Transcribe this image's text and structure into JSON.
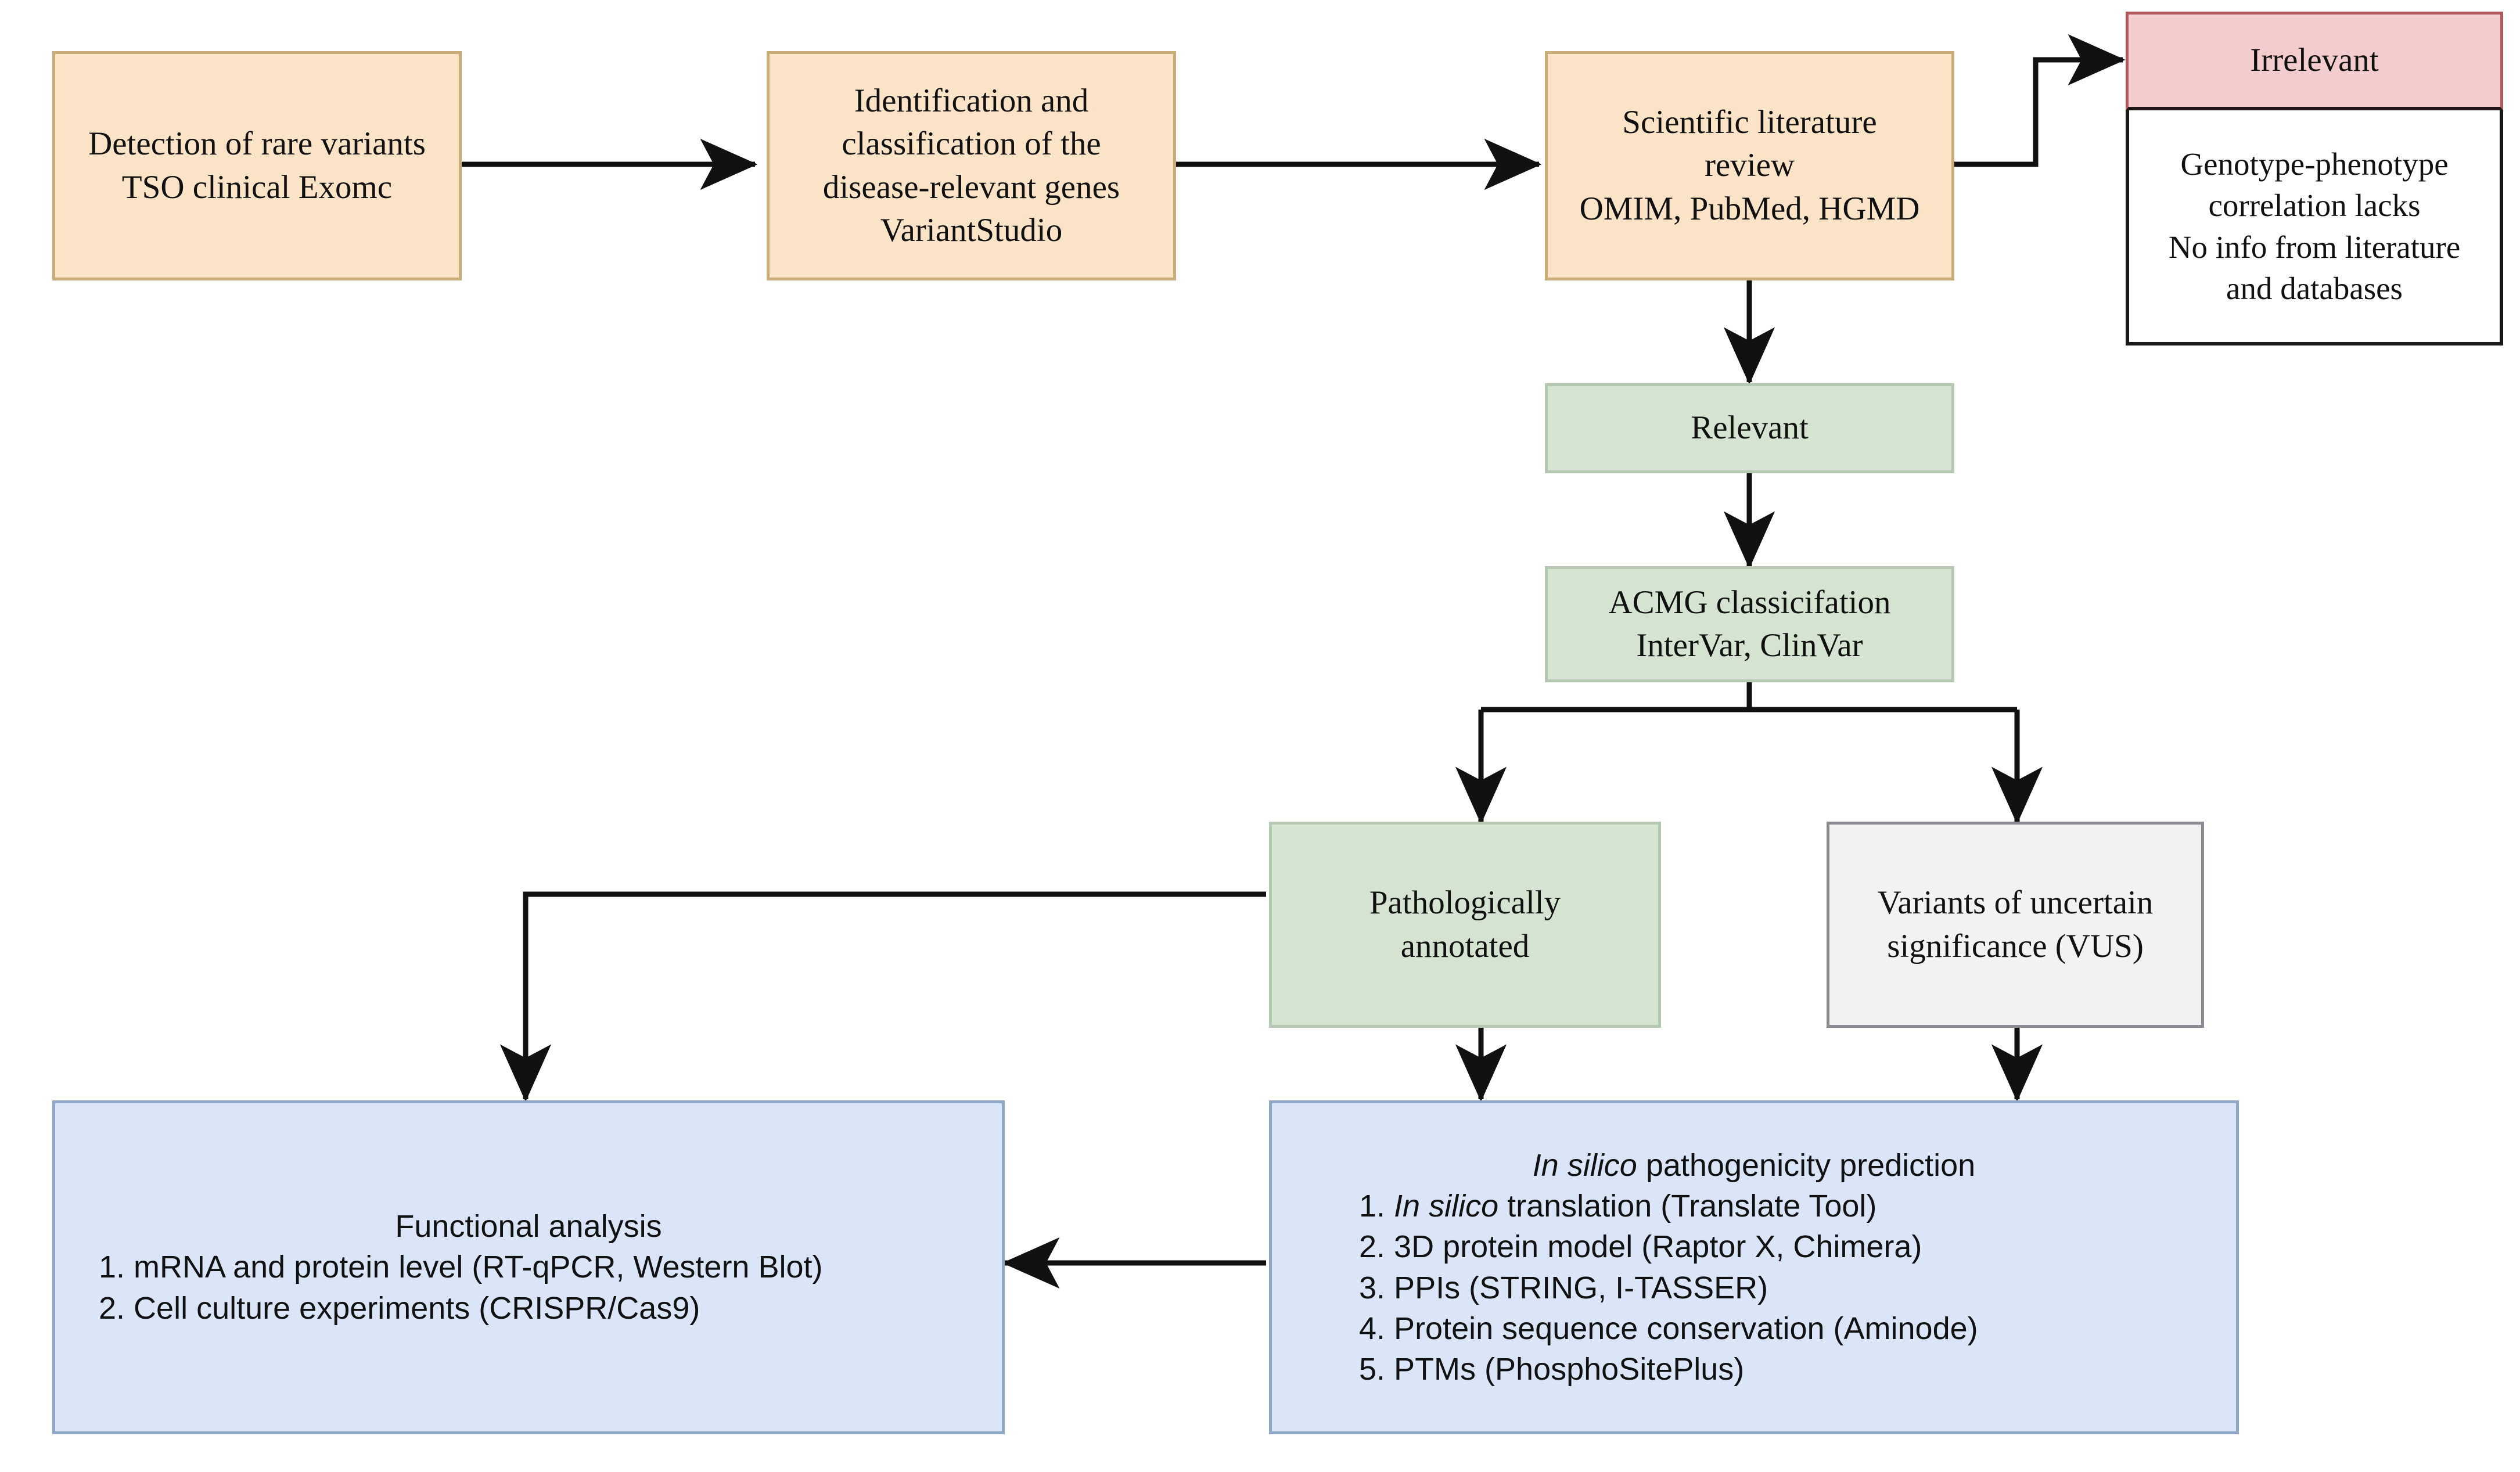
{
  "diagram": {
    "title": "Variant analysis workflow flowchart",
    "colors": {
      "orange_fill": "#FBE3C8",
      "orange_border": "#C9AC78",
      "green_fill": "#D4E4D0",
      "green_border": "#B4C9AF",
      "pink_fill": "#F3CDCD",
      "pink_border": "#B25B5E",
      "white_fill": "#FFFFFF",
      "black_border": "#1A1A1A",
      "gray_fill": "#F2F2F3",
      "gray_border": "#8A8C91",
      "blue_fill": "#DAE5F8",
      "blue_border": "#8FA8C8",
      "arrow": "#111111"
    },
    "nodes": {
      "detection": {
        "lines": [
          "Detection of rare variants",
          "TSO clinical Exomc"
        ]
      },
      "identification": {
        "lines": [
          "Identification and",
          "classification of the",
          "disease-relevant genes",
          "VariantStudio"
        ]
      },
      "literature": {
        "lines": [
          "Scientific literature",
          "review",
          "OMIM, PubMed, HGMD"
        ]
      },
      "irrelevant_header": {
        "lines": [
          "Irrelevant"
        ]
      },
      "irrelevant_body": {
        "lines": [
          "Genotype-phenotype",
          "correlation lacks",
          "No info from literature",
          "and databases"
        ]
      },
      "relevant": {
        "lines": [
          "Relevant"
        ]
      },
      "acmg": {
        "lines": [
          "ACMG classicifation",
          "InterVar, ClinVar"
        ]
      },
      "pathologically": {
        "lines": [
          "Pathologically",
          "annotated"
        ]
      },
      "vus": {
        "lines": [
          "Variants of uncertain",
          "significance (VUS)"
        ]
      },
      "in_silico": {
        "title_italic": "In silico",
        "title_rest": " pathogenicity prediction",
        "items": [
          {
            "num": "1. ",
            "italic": "In silico",
            "rest": " translation (Translate Tool)"
          },
          {
            "num": "2. ",
            "italic": "",
            "rest": "3D protein model (Raptor X, Chimera)"
          },
          {
            "num": "3. ",
            "italic": "",
            "rest": "PPIs (STRING, I-TASSER)"
          },
          {
            "num": "4. ",
            "italic": "",
            "rest": "Protein sequence conservation (Aminode)"
          },
          {
            "num": "5. ",
            "italic": "",
            "rest": "PTMs (PhosphoSitePlus)"
          }
        ]
      },
      "functional": {
        "title": "Functional analysis",
        "items": [
          {
            "num": "1. ",
            "rest": "mRNA and protein level (RT-qPCR, Western Blot)"
          },
          {
            "num": "2. ",
            "rest": "Cell culture experiments (CRISPR/Cas9)"
          }
        ]
      }
    },
    "edges": [
      {
        "name": "detection-to-identification",
        "from": "detection",
        "to": "identification",
        "style": "straight-right"
      },
      {
        "name": "identification-to-literature",
        "from": "identification",
        "to": "literature",
        "style": "straight-right"
      },
      {
        "name": "literature-to-irrelevant",
        "from": "literature",
        "to": "irrelevant_header",
        "style": "right-up-right"
      },
      {
        "name": "literature-to-relevant",
        "from": "literature",
        "to": "relevant",
        "style": "straight-down"
      },
      {
        "name": "relevant-to-acmg",
        "from": "relevant",
        "to": "acmg",
        "style": "straight-down"
      },
      {
        "name": "acmg-to-pathologically",
        "from": "acmg",
        "to": "pathologically",
        "style": "down-split-left"
      },
      {
        "name": "acmg-to-vus",
        "from": "acmg",
        "to": "vus",
        "style": "down-split-right"
      },
      {
        "name": "pathologically-to-functional",
        "from": "pathologically",
        "to": "functional",
        "style": "left-down"
      },
      {
        "name": "pathologically-to-in-silico",
        "from": "pathologically",
        "to": "in_silico",
        "style": "straight-down"
      },
      {
        "name": "vus-to-in-silico",
        "from": "vus",
        "to": "in_silico",
        "style": "straight-down"
      },
      {
        "name": "in-silico-to-functional",
        "from": "in_silico",
        "to": "functional",
        "style": "straight-left"
      }
    ]
  }
}
